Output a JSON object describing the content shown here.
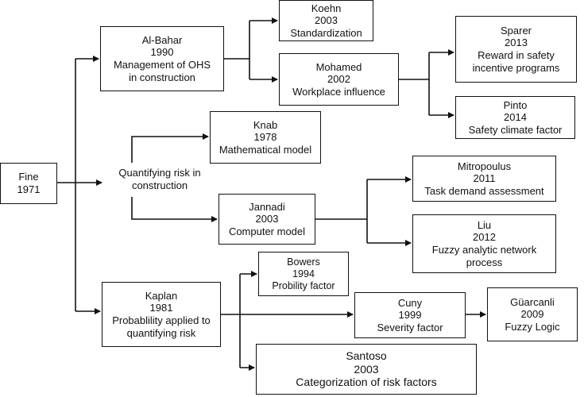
{
  "nodes": {
    "fine": {
      "lines": [
        "Fine",
        "1971"
      ]
    },
    "albahar": {
      "lines": [
        "Al-Bahar",
        "1990",
        "Management of OHS",
        "in construction"
      ]
    },
    "koehn": {
      "lines": [
        "Koehn",
        "2003",
        "Standardization"
      ]
    },
    "mohamed": {
      "lines": [
        "Mohamed",
        "2002",
        "Workplace influence"
      ]
    },
    "sparer": {
      "lines": [
        "Sparer",
        "2013",
        "Reward in safety",
        "incentive programs"
      ]
    },
    "pinto": {
      "lines": [
        "Pinto",
        "2014",
        "Safety climate factor"
      ]
    },
    "quantifying": {
      "lines": [
        "Quantifying risk in",
        "construction"
      ]
    },
    "knab": {
      "lines": [
        "Knab",
        "1978",
        "Mathematical model"
      ]
    },
    "jannadi": {
      "lines": [
        "Jannadi",
        "2003",
        "Computer model"
      ]
    },
    "mitropoulus": {
      "lines": [
        "Mitropoulus",
        "2011",
        "Task demand assessment"
      ]
    },
    "liu": {
      "lines": [
        "Liu",
        "2012",
        "Fuzzy analytic network",
        "process"
      ]
    },
    "kaplan": {
      "lines": [
        "Kaplan",
        "1981",
        "Probablility applied to",
        "quantifying risk"
      ]
    },
    "bowers": {
      "lines": [
        "Bowers",
        "1994",
        "Probility factor"
      ]
    },
    "cuny": {
      "lines": [
        "Cuny",
        "1999",
        "Severity factor"
      ]
    },
    "guarcanli": {
      "lines": [
        "Güarcanli",
        "2009",
        "Fuzzy Logic"
      ]
    },
    "santoso": {
      "lines": [
        "Santoso",
        "2003",
        "Categorization of risk factors"
      ]
    }
  }
}
